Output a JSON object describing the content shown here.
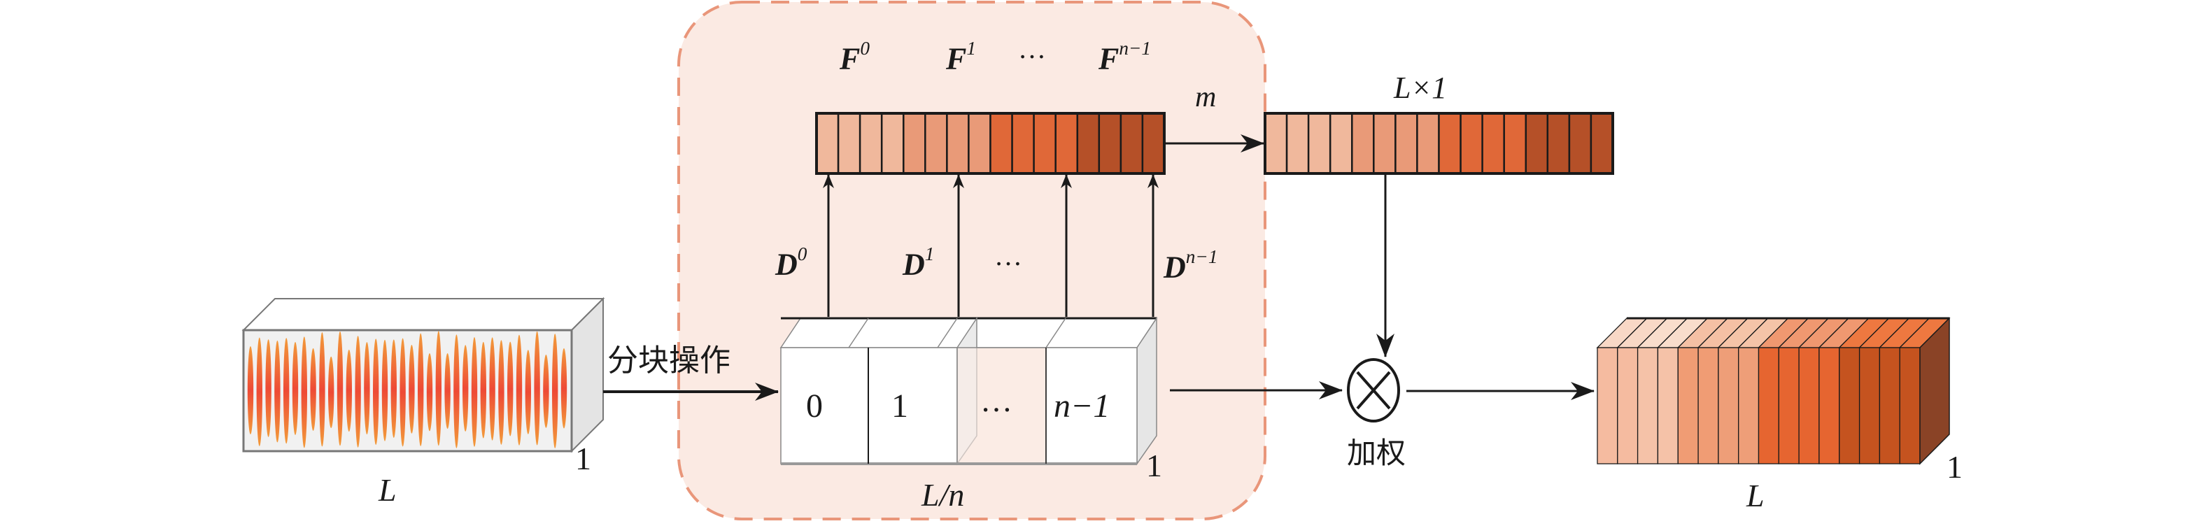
{
  "diagram": {
    "title": "Block-wise signal weighting diagram",
    "colors": {
      "panel_fill": "#FBEAE3",
      "panel_border": "#E9967A",
      "stroke": "#1a1a1a",
      "signal_peak": "#EE4A36",
      "signal_edge": "#F29A3A",
      "signal_bg": "#F1F1F1"
    },
    "input_signal": {
      "length_label": "L",
      "depth_label": "1"
    },
    "split_operation_label": "分块操作",
    "blocks": {
      "items": [
        "0",
        "1",
        "…",
        "n−1"
      ],
      "item_italic": [
        false,
        false,
        false,
        true
      ],
      "width_label": "L/n",
      "depth_label": "1"
    },
    "descriptors": [
      {
        "base": "D",
        "sup": "0"
      },
      {
        "base": "D",
        "sup": "1"
      },
      {
        "ellipsis": "…"
      },
      {
        "base": "D",
        "sup": "n−1"
      }
    ],
    "features": [
      {
        "base": "F",
        "sup": "0"
      },
      {
        "base": "F",
        "sup": "1"
      },
      {
        "ellipsis": "…"
      },
      {
        "base": "F",
        "sup": "n−1"
      }
    ],
    "feature_vector": {
      "cell_colors": [
        "#F0B89C",
        "#F0B89C",
        "#F0B89C",
        "#F0B89C",
        "#E99A78",
        "#E99A78",
        "#E99A78",
        "#E99A78",
        "#E06838",
        "#E06838",
        "#E06838",
        "#E06838",
        "#B55028",
        "#B55028",
        "#B55028",
        "#B55028"
      ],
      "mapping_label": "m"
    },
    "weight_vector": {
      "label": "L×1",
      "cell_colors": [
        "#F0B89C",
        "#F0B89C",
        "#F0B89C",
        "#F0B89C",
        "#E99A78",
        "#E99A78",
        "#E99A78",
        "#E99A78",
        "#E06838",
        "#E06838",
        "#E06838",
        "#E06838",
        "#B55028",
        "#B55028",
        "#B55028",
        "#B55028"
      ]
    },
    "weighting": {
      "symbol": "⊗",
      "label": "加权"
    },
    "output": {
      "length_label": "L",
      "depth_label": "1",
      "front_colors": [
        "#F5BBA0",
        "#F5BBA0",
        "#F5C2A8",
        "#F5C2A8",
        "#F09C74",
        "#F09C74",
        "#EE9E78",
        "#EE9E78",
        "#E66530",
        "#E66530",
        "#E66530",
        "#E66530",
        "#C5531F",
        "#C5531F",
        "#C5531F",
        "#C5531F"
      ],
      "top_colors": [
        "#F8D8C6",
        "#F8D8C6",
        "#F9DDCC",
        "#F9DDCC",
        "#F5C0A4",
        "#F5C0A4",
        "#F5C4A8",
        "#F5C4A8",
        "#F09870",
        "#F09870",
        "#F09870",
        "#F09870",
        "#EE7840",
        "#EE7840",
        "#EE7840",
        "#EE7840"
      ],
      "side_color": "#8A4326"
    }
  }
}
